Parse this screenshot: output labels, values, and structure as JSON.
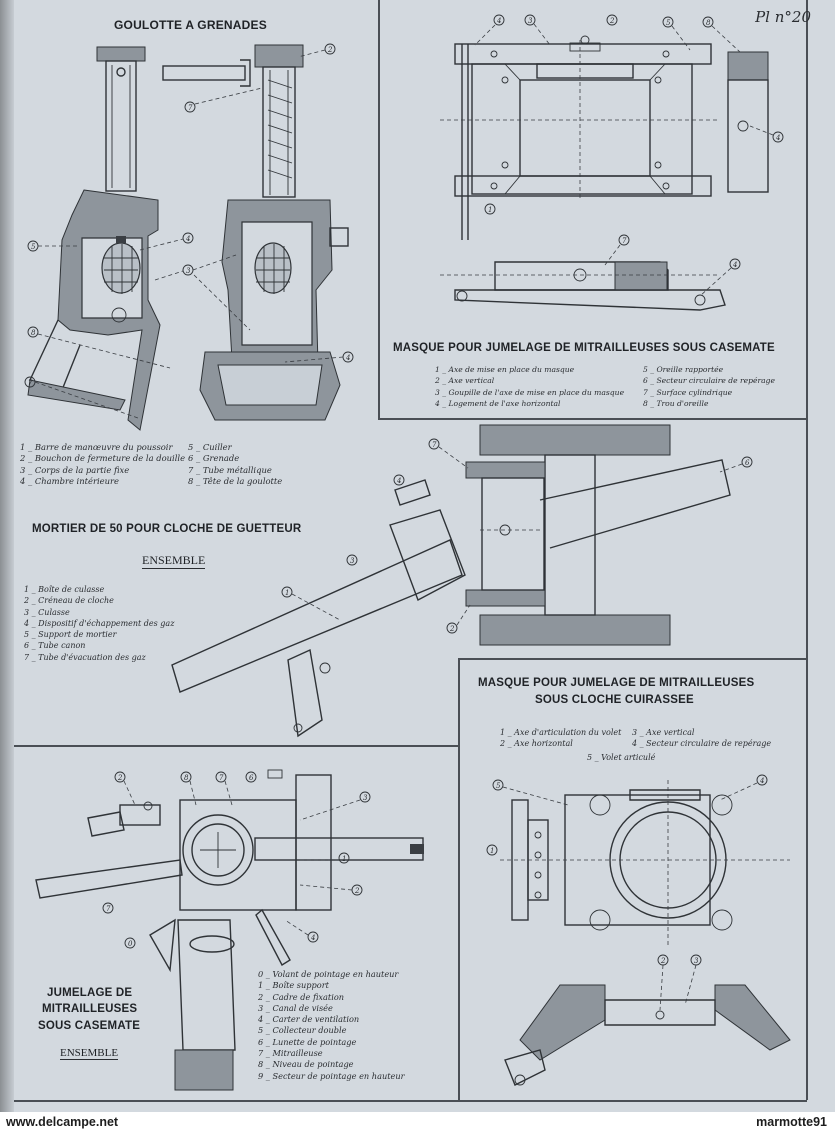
{
  "plate_number": "Pl n°20",
  "goulotte": {
    "title": "GOULOTTE A GRENADES",
    "legend_left": [
      "1 _ Barre de manœuvre du poussoir",
      "2 _ Bouchon de fermeture de la douille",
      "3 _ Corps de la partie fixe",
      "4 _ Chambre intérieure"
    ],
    "legend_right": [
      "5 _ Cuiller",
      "6 _ Grenade",
      "7 _ Tube métallique",
      "8 _ Tête de la goulotte"
    ]
  },
  "masque_casemate": {
    "title": "MASQUE POUR JUMELAGE DE MITRAILLEUSES SOUS CASEMATE",
    "legend_left": [
      "1 _ Axe de mise en place du masque",
      "2 _ Axe vertical",
      "3 _ Goupille de l'axe de mise en place du masque",
      "4 _ Logement de l'axe horizontal"
    ],
    "legend_right": [
      "5 _ Oreille rapportée",
      "6 _ Secteur circulaire de repérage",
      "7 _ Surface cylindrique",
      "8 _ Trou d'oreille"
    ]
  },
  "mortier": {
    "title": "MORTIER DE 50 POUR CLOCHE DE GUETTEUR",
    "subtitle": "ENSEMBLE",
    "legend": [
      "1 _ Boîte de culasse",
      "2 _ Créneau de cloche",
      "3 _ Culasse",
      "4 _ Dispositif d'échappement des gaz",
      "5 _ Support de mortier",
      "6 _ Tube canon",
      "7 _ Tube d'évacuation des gaz"
    ]
  },
  "masque_cloche": {
    "title_line1": "MASQUE POUR JUMELAGE DE MITRAILLEUSES",
    "title_line2": "SOUS CLOCHE CUIRASSEE",
    "legend_left": [
      "1 _ Axe d'articulation du volet",
      "2 _ Axe horizontal"
    ],
    "legend_right": [
      "3 _ Axe vertical",
      "4 _ Secteur circulaire de repérage"
    ],
    "legend_center": "5 _ Volet articulé"
  },
  "jumelage": {
    "title_line1": "JUMELAGE DE",
    "title_line2": "MITRAILLEUSES",
    "title_line3": "SOUS CASEMATE",
    "subtitle": "ENSEMBLE",
    "legend": [
      "0 _ Volant de pointage en hauteur",
      "1 _ Boîte support",
      "2 _ Cadre de fixation",
      "3 _ Canal de visée",
      "4 _ Carter de ventilation",
      "5 _ Collecteur double",
      "6 _ Lunette de pointage",
      "7 _ Mitrailleuse",
      "8 _ Niveau de pointage",
      "9 _ Secteur de pointage en hauteur"
    ]
  },
  "footer": {
    "left": "www.delcampe.net",
    "right": "marmotte91"
  }
}
